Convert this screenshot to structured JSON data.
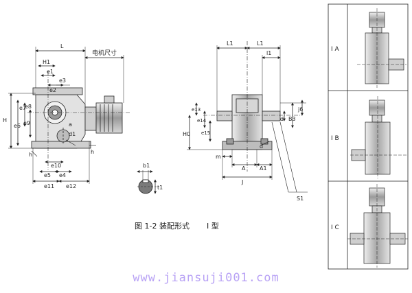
{
  "caption": {
    "figure": "图 1-2 装配形式",
    "type_label": "I  型"
  },
  "watermark": "www.jiansuji001.com",
  "views": {
    "side": {
      "L": "L",
      "motor_size": "电机尺寸",
      "H1": "H1",
      "e1": "e1",
      "e2": "e2",
      "e3": "e3",
      "H": "H",
      "e6": "e6",
      "e7": "e7",
      "e8": "e8",
      "e9": "e9",
      "a": "a",
      "d1": "d1",
      "h_left": "h",
      "h_right": "h",
      "e10": "e10",
      "e5": "e5",
      "e4": "e4",
      "e11": "e11",
      "e12": "e12"
    },
    "front": {
      "L1_left": "L1",
      "L1_right": "L1",
      "l1": "l1",
      "e13": "e13",
      "e14": "e14",
      "e15": "e15",
      "H0": "H0",
      "d": "d",
      "B3": "B3",
      "j6": "j6",
      "m": "m",
      "d_bottom": "d",
      "A": "A",
      "A1": "A1",
      "J": "J",
      "S1": "S1"
    },
    "shaft": {
      "b1": "b1",
      "t1": "t1"
    }
  },
  "panels": [
    {
      "label": "I A"
    },
    {
      "label": "I B"
    },
    {
      "label": "I C"
    }
  ]
}
